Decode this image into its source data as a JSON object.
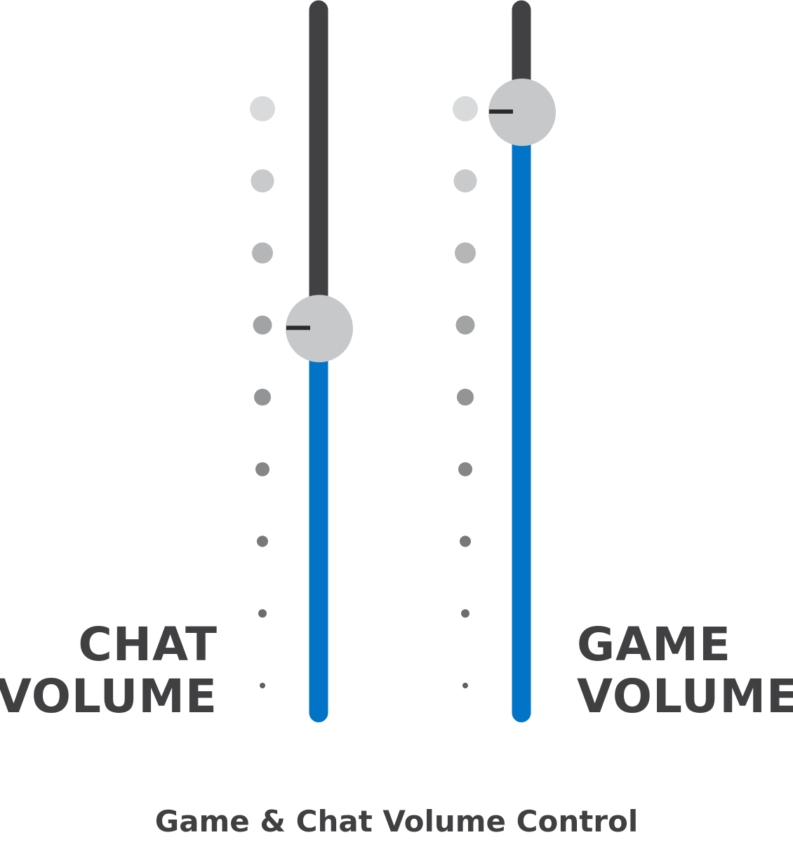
{
  "title": "Game & Chat Volume Control",
  "sliders": [
    {
      "id": "chat",
      "label_lines": [
        "CHAT",
        "VOLUME"
      ],
      "level_steps": 5,
      "max_steps": 8
    },
    {
      "id": "game",
      "label_lines": [
        "GAME",
        "VOLUME"
      ],
      "level_steps": 8,
      "max_steps": 8
    }
  ],
  "colors": {
    "track_inactive": "#414143",
    "track_active": "#0174c8",
    "knob": "#c7c8ca",
    "knob_marker": "#2b2b2d",
    "text": "#404042"
  }
}
